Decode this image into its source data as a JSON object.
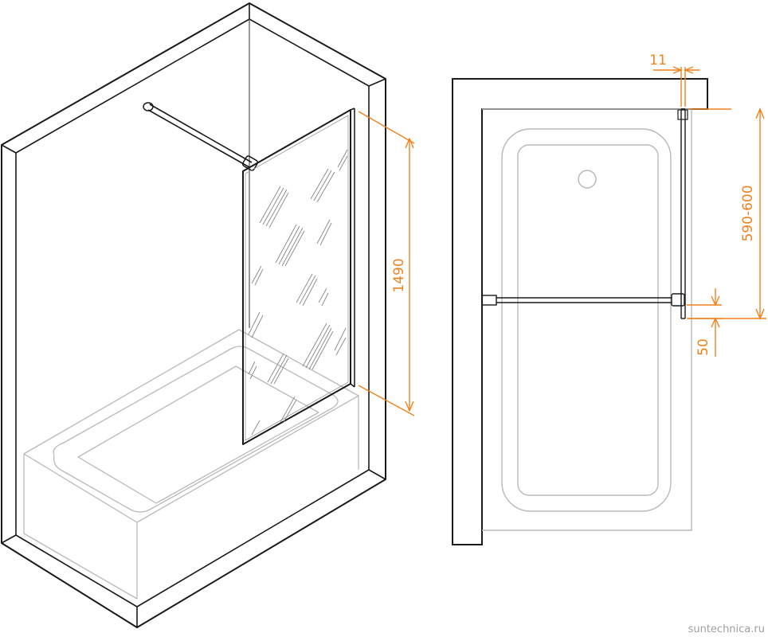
{
  "dimensions": {
    "height": "1490",
    "wall_gap": "11",
    "depth_range": "590-600",
    "bar_offset": "50"
  },
  "watermark": "suntechnica.ru",
  "colors": {
    "dimension": "#f0821e",
    "outline": "#1a1a1a",
    "light": "#b9b9b9",
    "watermark": "#a0a0a0"
  },
  "icons": {
    "drain": "circle",
    "glass_pattern": "diagonal-hatch-streaks"
  }
}
